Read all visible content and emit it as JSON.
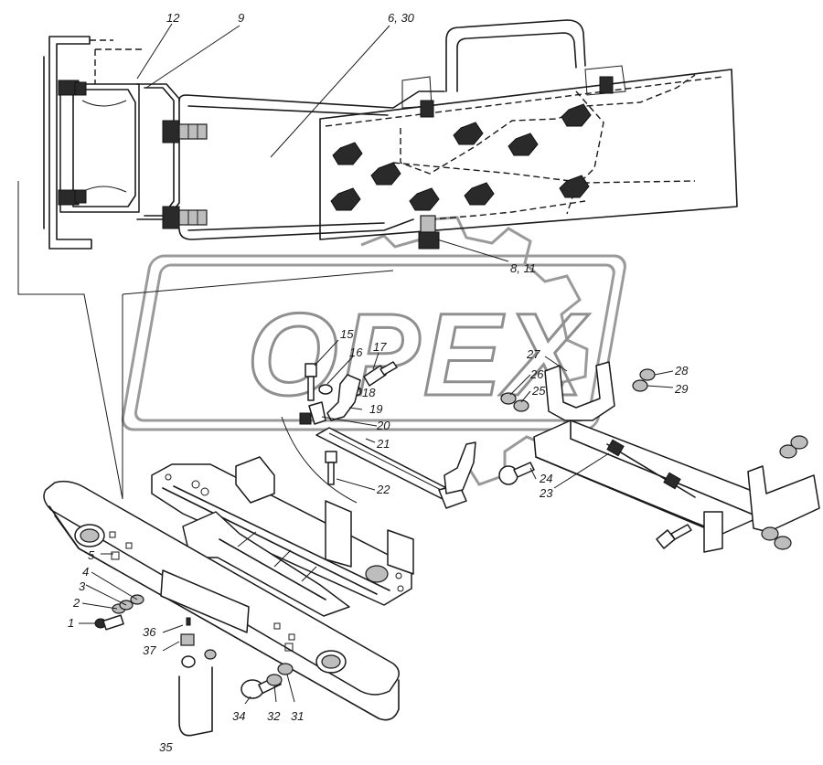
{
  "watermark": {
    "text": "OPEX"
  },
  "callouts": {
    "c12": "12",
    "c9": "9",
    "c6_30": "6, 30",
    "c8_11": "8, 11",
    "c15": "15",
    "c16": "16",
    "c17": "17",
    "c18": "18",
    "c19": "19",
    "c20": "20",
    "c21": "21",
    "c22": "22",
    "c27": "27",
    "c26": "26",
    "c25": "25",
    "c28": "28",
    "c29": "29",
    "c24": "24",
    "c23": "23",
    "c5": "5",
    "c4": "4",
    "c3": "3",
    "c2": "2",
    "c1": "1",
    "c36": "36",
    "c37": "37",
    "c35": "35",
    "c34": "34",
    "c32": "32",
    "c31": "31"
  }
}
